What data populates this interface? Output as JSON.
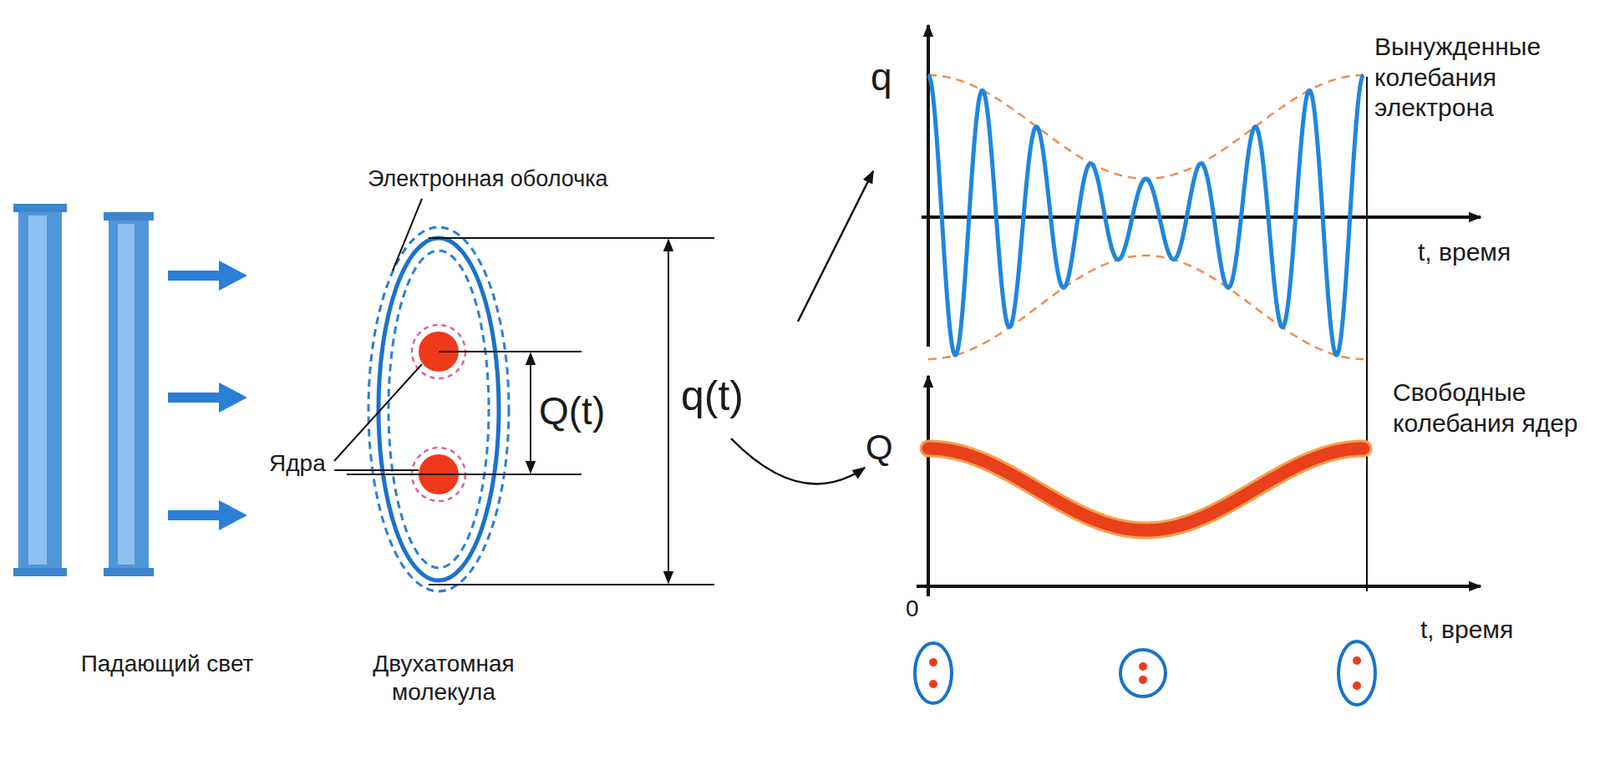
{
  "diagram": {
    "labels": [
      "Электронная оболочка",
      "Ядра",
      "Q(t)",
      "q(t)",
      "Падающий свет",
      "Двухатомная молекула",
      "q",
      "Вынужденные колебания электрона",
      "t, время",
      "Q",
      "Свободные колебания ядер",
      "0",
      "t, время"
    ]
  }
}
